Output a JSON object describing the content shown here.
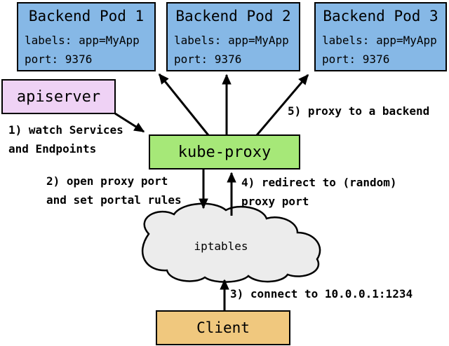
{
  "pods": [
    {
      "title": "Backend Pod 1",
      "labels_line": "labels: app=MyApp",
      "port_line": "port: 9376"
    },
    {
      "title": "Backend Pod 2",
      "labels_line": "labels: app=MyApp",
      "port_line": "port: 9376"
    },
    {
      "title": "Backend Pod 3",
      "labels_line": "labels: app=MyApp",
      "port_line": "port: 9376"
    }
  ],
  "nodes": {
    "apiserver": "apiserver",
    "kube_proxy": "kube-proxy",
    "iptables": "iptables",
    "client": "Client"
  },
  "annotations": {
    "step1": "1) watch Services\nand Endpoints",
    "step2": "2) open proxy port\nand set portal rules",
    "step3": "3) connect to 10.0.0.1:1234",
    "step4": "4) redirect to (random)\nproxy port",
    "step5": "5) proxy to a backend"
  },
  "colors": {
    "pod_fill": "#86b8e6",
    "apiserver_fill": "#efd2f5",
    "kube_proxy_fill": "#a6e878",
    "client_fill": "#f0c87e",
    "cloud_fill": "#ececec",
    "line": "#000000"
  }
}
